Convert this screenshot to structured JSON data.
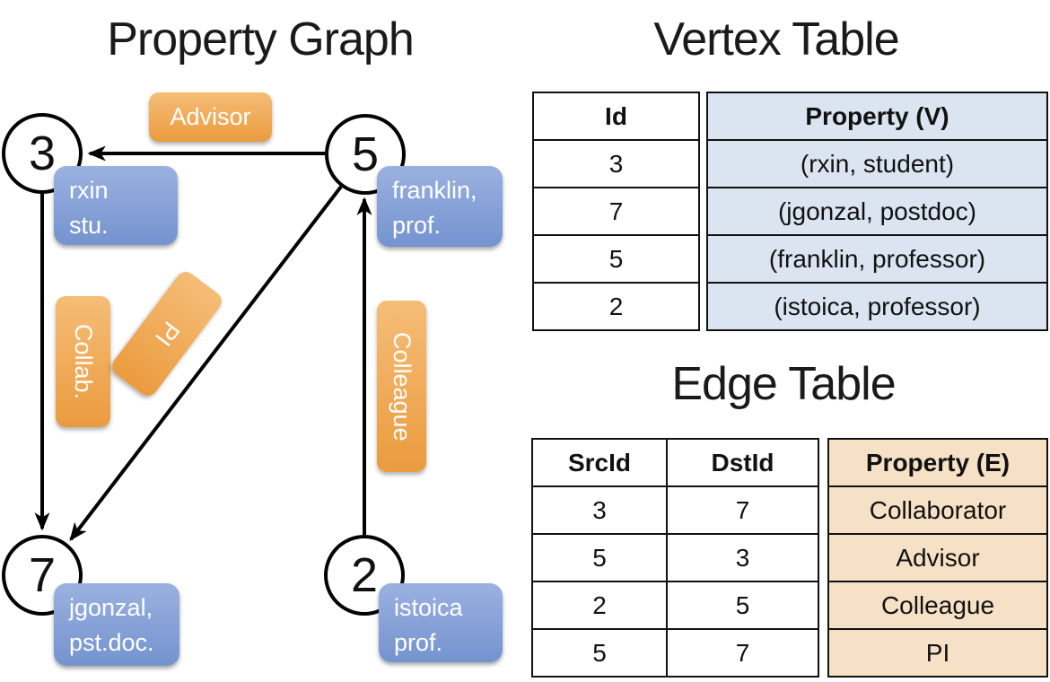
{
  "graph": {
    "title": "Property Graph",
    "nodes": [
      {
        "id": "3"
      },
      {
        "id": "5"
      },
      {
        "id": "7"
      },
      {
        "id": "2"
      }
    ],
    "vertex_properties": {
      "rxin": {
        "line1": "rxin",
        "line2": "stu."
      },
      "franklin": {
        "line1": "franklin,",
        "line2": "prof."
      },
      "jgonzal": {
        "line1": "jgonzal,",
        "line2": "pst.doc."
      },
      "istoica": {
        "line1": "istoica",
        "line2": "prof."
      }
    },
    "edge_badges": {
      "advisor": "Advisor",
      "collab": "Collab.",
      "pi": "PI",
      "colleague": "Colleague"
    }
  },
  "vertex_table": {
    "title": "Vertex Table",
    "columns": {
      "id": "Id",
      "property": "Property (V)"
    },
    "rows": [
      {
        "id": "3",
        "property": "(rxin, student)"
      },
      {
        "id": "7",
        "property": "(jgonzal, postdoc)"
      },
      {
        "id": "5",
        "property": "(franklin, professor)"
      },
      {
        "id": "2",
        "property": "(istoica, professor)"
      }
    ]
  },
  "edge_table": {
    "title": "Edge Table",
    "columns": {
      "src": "SrcId",
      "dst": "DstId",
      "property": "Property (E)"
    },
    "rows": [
      {
        "src": "3",
        "dst": "7",
        "property": "Collaborator"
      },
      {
        "src": "5",
        "dst": "3",
        "property": "Advisor"
      },
      {
        "src": "2",
        "dst": "5",
        "property": "Colleague"
      },
      {
        "src": "5",
        "dst": "7",
        "property": "PI"
      }
    ]
  },
  "colors": {
    "edge_badge_top": "#F5BD77",
    "edge_badge_bottom": "#EB9B3E",
    "vertex_box_top": "#9BB1E0",
    "vertex_box_bottom": "#7493CF",
    "vertex_table_fill": "#DBE4F1",
    "edge_table_fill": "#F6E1C6",
    "line_color": "#000000"
  }
}
